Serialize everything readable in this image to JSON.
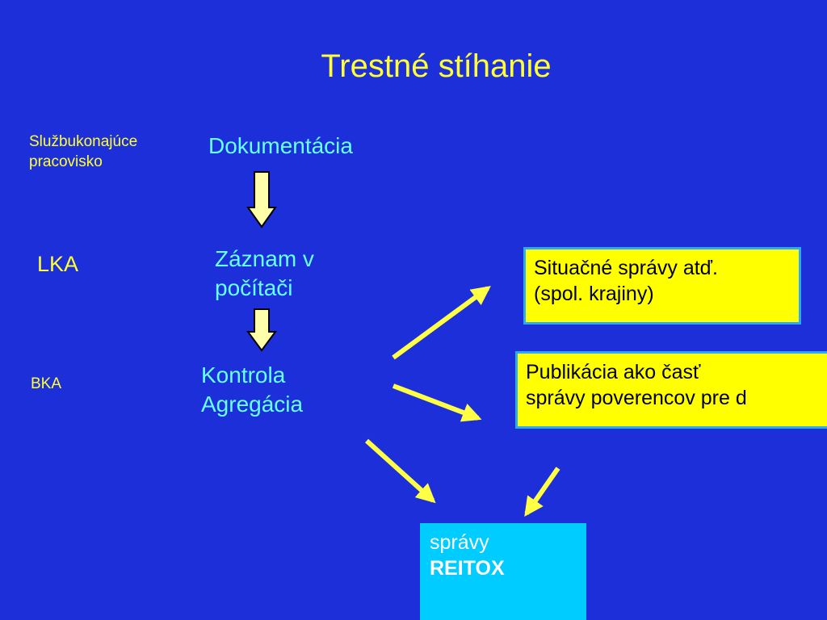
{
  "title": "Trestné stíhanie",
  "labels": {
    "left_top_line1": "Službukonajúce",
    "left_top_line2": "pracovisko",
    "left_mid": "LKA",
    "left_bottom": "BKA"
  },
  "nodes": {
    "dokumentacia": "Dokumentácia",
    "zaznam_line1": "Záznam v",
    "zaznam_line2": "počítači",
    "kontrola_line1": "Kontrola",
    "kontrola_line2": "Agregácia"
  },
  "boxes": {
    "situacne_line1": "Situačné správy atď.",
    "situacne_line2": "(spol. krajiny)",
    "publikacia_line1": "Publikácia ako časť",
    "publikacia_line2": "správy poverencov pre d",
    "spravy_line1": "správy",
    "spravy_line2": "REITOX"
  },
  "colors": {
    "background": "#1c2fd8",
    "title": "#ffff33",
    "node_text": "#66ffff",
    "arrow": "#ffff44",
    "box_yellow": "#ffff00",
    "box_cyan": "#00ccff"
  }
}
